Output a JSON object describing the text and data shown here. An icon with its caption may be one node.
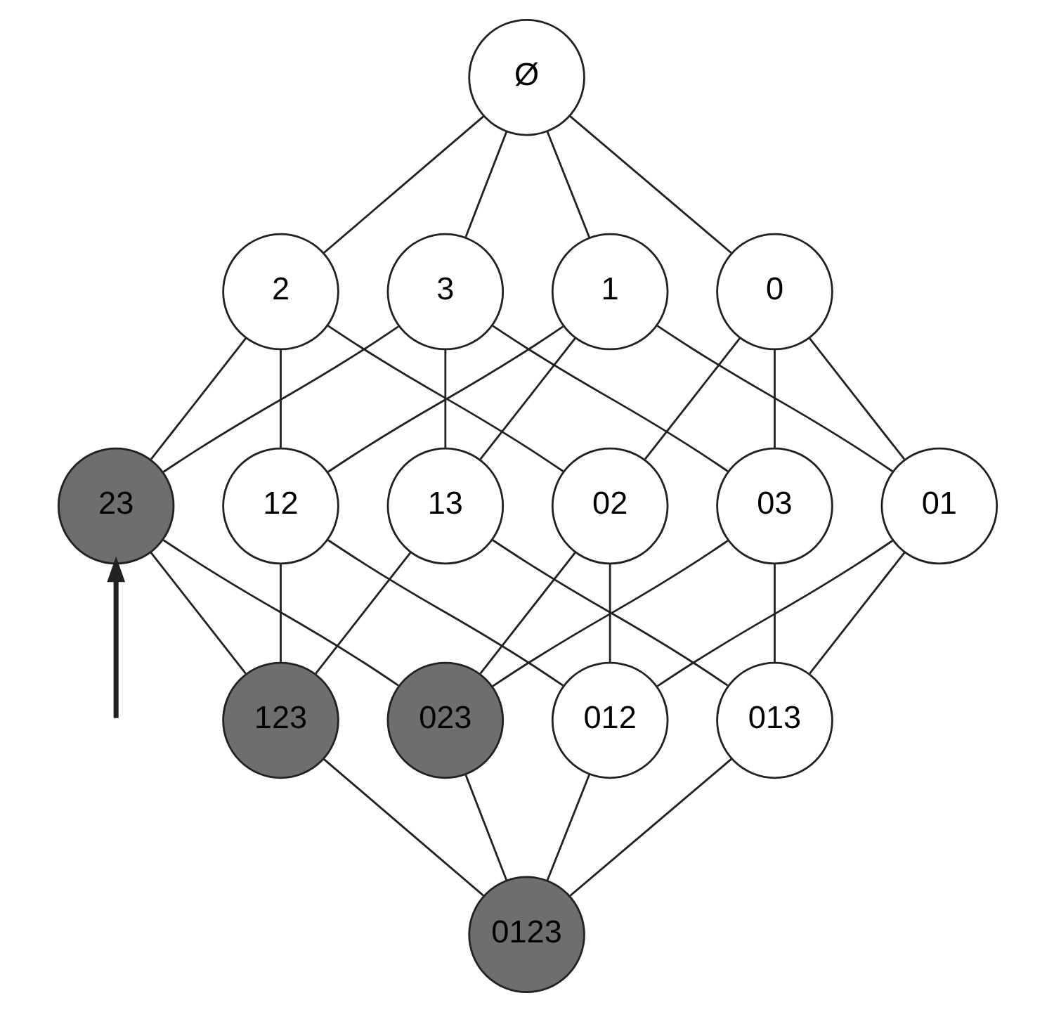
{
  "diagram": {
    "nodes": [
      {
        "text": [
          "Ø"
        ]
      },
      {
        "text": [
          "0"
        ]
      },
      {
        "text": [
          "1"
        ]
      },
      {
        "text": [
          "2"
        ]
      },
      {
        "text": [
          "3"
        ]
      },
      {
        "text": [
          "01"
        ]
      },
      {
        "text": [
          "02"
        ]
      },
      {
        "text": [
          "03"
        ]
      },
      {
        "text": [
          "12"
        ]
      },
      {
        "text": [
          "13"
        ]
      },
      {
        "text": [
          "23"
        ]
      },
      {
        "text": [
          "012"
        ]
      },
      {
        "text": [
          "013"
        ]
      },
      {
        "text": [
          "023"
        ]
      },
      {
        "text": [
          "123"
        ]
      },
      {
        "text": [
          "0123"
        ]
      }
    ],
    "edges": [
      {
        "from": 0,
        "to": 1,
        "arrow": "none"
      },
      {
        "from": 0,
        "to": 2,
        "arrow": "none"
      },
      {
        "from": 0,
        "to": 3,
        "arrow": "none"
      },
      {
        "from": 0,
        "to": 4,
        "arrow": "none"
      },
      {
        "from": 1,
        "to": 5,
        "arrow": "none"
      },
      {
        "from": 1,
        "to": 6,
        "arrow": "none"
      },
      {
        "from": 1,
        "to": 7,
        "arrow": "none"
      },
      {
        "from": 2,
        "to": 5,
        "arrow": "none"
      },
      {
        "from": 2,
        "to": 8,
        "arrow": "none"
      },
      {
        "from": 2,
        "to": 9,
        "arrow": "none"
      },
      {
        "from": 3,
        "to": 6,
        "arrow": "none"
      },
      {
        "from": 3,
        "to": 8,
        "arrow": "none"
      },
      {
        "from": 3,
        "to": 10,
        "arrow": "none"
      },
      {
        "from": 4,
        "to": 7,
        "arrow": "none"
      },
      {
        "from": 4,
        "to": 9,
        "arrow": "none"
      },
      {
        "from": 4,
        "to": 10,
        "arrow": "none"
      },
      {
        "from": 5,
        "to": 11,
        "arrow": "none"
      },
      {
        "from": 5,
        "to": 12,
        "arrow": "none"
      },
      {
        "from": 6,
        "to": 11,
        "arrow": "none"
      },
      {
        "from": 6,
        "to": 13,
        "arrow": "none"
      },
      {
        "from": 7,
        "to": 12,
        "arrow": "none"
      },
      {
        "from": 7,
        "to": 13,
        "arrow": "none"
      },
      {
        "from": 8,
        "to": 11,
        "arrow": "none"
      },
      {
        "from": 8,
        "to": 14,
        "arrow": "none"
      },
      {
        "from": 9,
        "to": 12,
        "arrow": "none"
      },
      {
        "from": 9,
        "to": 14,
        "arrow": "none"
      },
      {
        "from": 10,
        "to": 13,
        "arrow": "none"
      },
      {
        "from": 10,
        "to": 14,
        "arrow": "none"
      },
      {
        "from": 11,
        "to": 15,
        "arrow": "none"
      },
      {
        "from": 12,
        "to": 15,
        "arrow": "none"
      },
      {
        "from": 13,
        "to": 15,
        "arrow": "none"
      },
      {
        "from": 14,
        "to": 15,
        "arrow": "none"
      },
      {
        "from": null,
        "to": 10,
        "arrow": "to",
        "style": "thick"
      }
    ]
  }
}
